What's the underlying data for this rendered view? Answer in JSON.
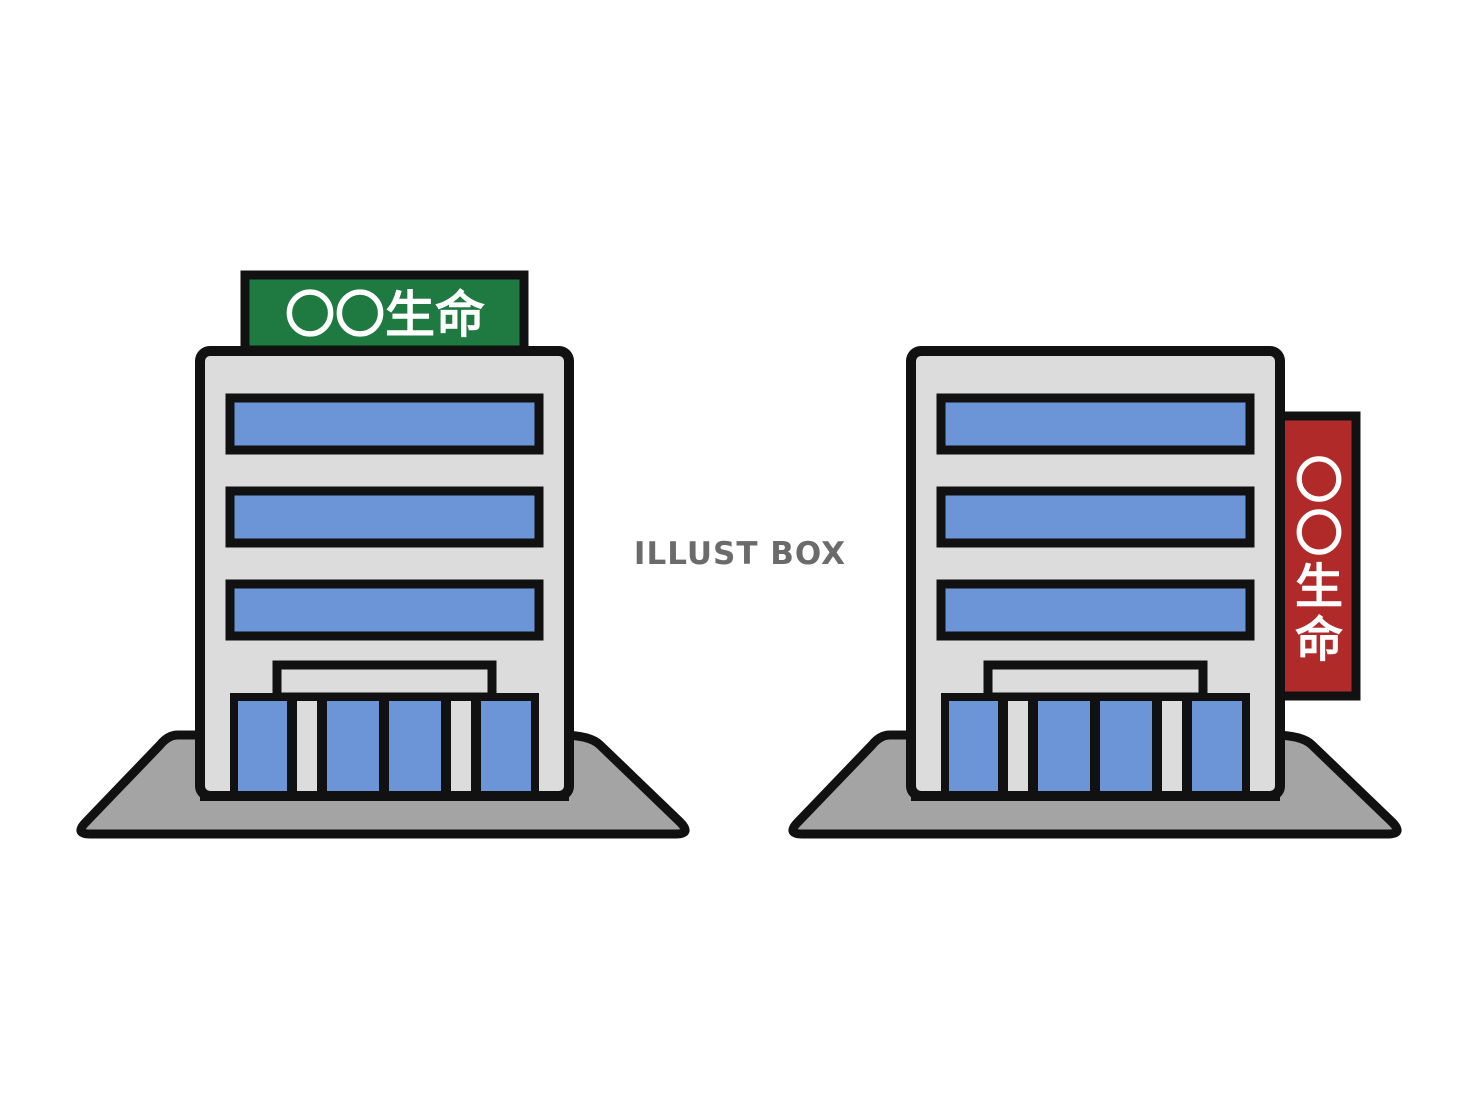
{
  "watermark": "ILLUST BOX",
  "left_building": {
    "sign_text": "〇〇生命",
    "sign_color": "#1e7a40"
  },
  "right_building": {
    "sign_chars": [
      "〇",
      "〇",
      "生",
      "命"
    ],
    "sign_color": "#b12a2a"
  },
  "colors": {
    "outline": "#111111",
    "wall": "#dcdcdc",
    "glass": "#6b95d6",
    "ground": "#a4a4a4"
  }
}
